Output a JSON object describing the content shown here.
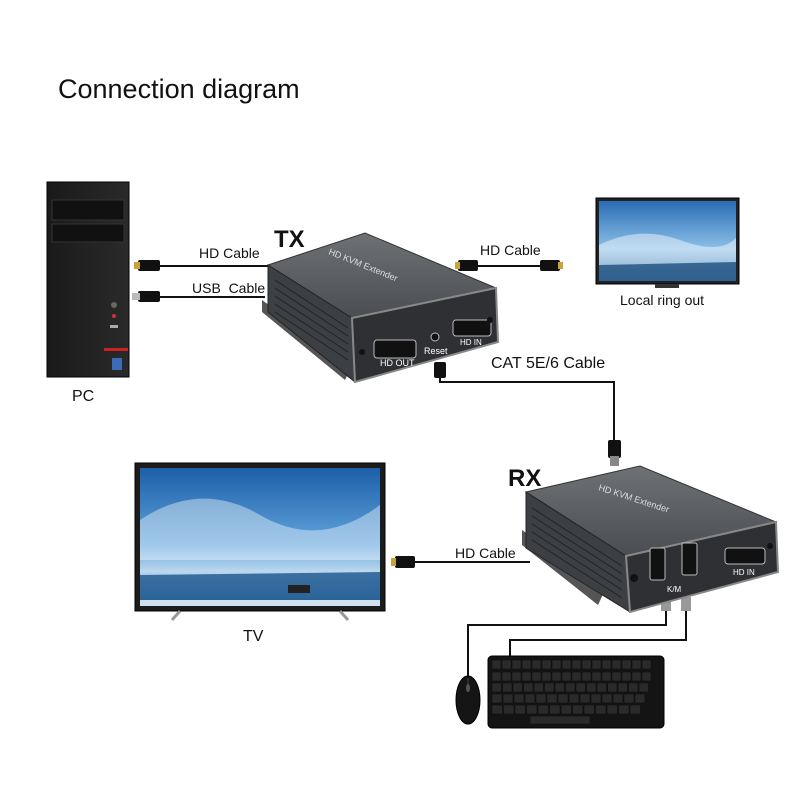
{
  "title": "Connection diagram",
  "devices": {
    "tx": {
      "label": "TX",
      "product_text": "HD KVM Extender",
      "ports": {
        "hd_out": "HD OUT",
        "reset": "Reset",
        "hd_in": "HD IN"
      }
    },
    "rx": {
      "label": "RX",
      "product_text": "HD KVM Extender",
      "ports": {
        "km": "K/M",
        "hd_in": "HD IN"
      }
    },
    "pc": {
      "label": "PC"
    },
    "tv": {
      "label": "TV"
    },
    "local_monitor": {
      "label": "Local ring out"
    }
  },
  "cables": {
    "pc_hd": "HD Cable",
    "pc_usb": "USB  Cable",
    "loop_hd": "HD Cable",
    "cat": "CAT 5E/6 Cable",
    "tv_hd": "HD Cable"
  },
  "colors": {
    "device_body": "#5a5d62",
    "device_face": "#2e3034",
    "screen_sky": "#3b7fc4",
    "cable": "#111111"
  }
}
